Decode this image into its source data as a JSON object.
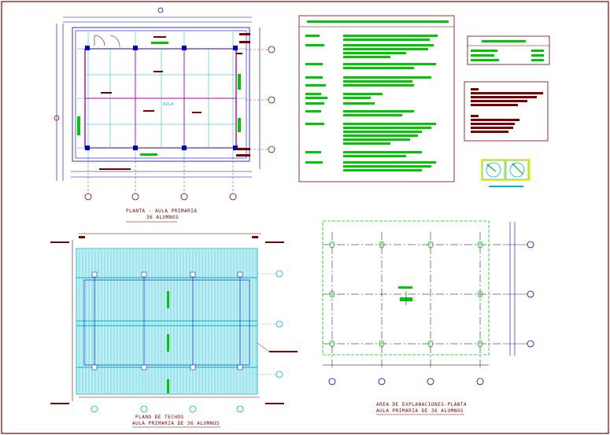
{
  "drawing": {
    "plan": {
      "title": "PLANTA - AULA PRIMARIA",
      "subtitle": "36 ALUMNOS",
      "room_label": "AULA"
    },
    "roof": {
      "title": "PLANO DE TECHOS",
      "subtitle": "AULA PRIMARIA DE 36 ALUMNOS"
    },
    "esplanade": {
      "title": "AREA DE EXPLANACIONES-PLANTA",
      "subtitle": "AULA PRIMARIA DE 36 ALUMNOS"
    }
  },
  "colors": {
    "frame": "#7a0000",
    "cyan": "#00b4c8",
    "green": "#00c800",
    "magenta": "#b400b4",
    "blue": "#0000c8",
    "yellow": "#fff000"
  }
}
